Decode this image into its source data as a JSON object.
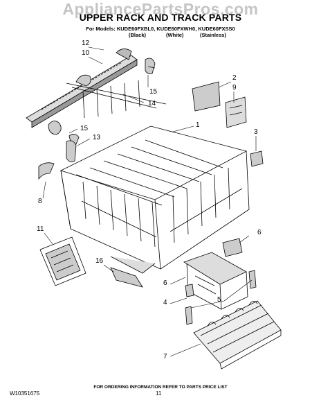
{
  "watermark": "AppliancePartsPros.com",
  "header": {
    "title": "UPPER RACK AND TRACK PARTS",
    "models": "For Models: KUDE60FXBL0, KUDE60FXWH0, KUDE60FXSS0",
    "finishes": [
      "(Black)",
      "(White)",
      "(Stainless)"
    ]
  },
  "callouts": [
    "12",
    "10",
    "15",
    "14",
    "15",
    "13",
    "8",
    "2",
    "9",
    "1",
    "3",
    "11",
    "16",
    "6",
    "6",
    "4",
    "5",
    "7"
  ],
  "footer": {
    "note": "FOR ORDERING INFORMATION REFER TO PARTS PRICE LIST",
    "doc_number": "W10351675",
    "page_number": "11"
  }
}
